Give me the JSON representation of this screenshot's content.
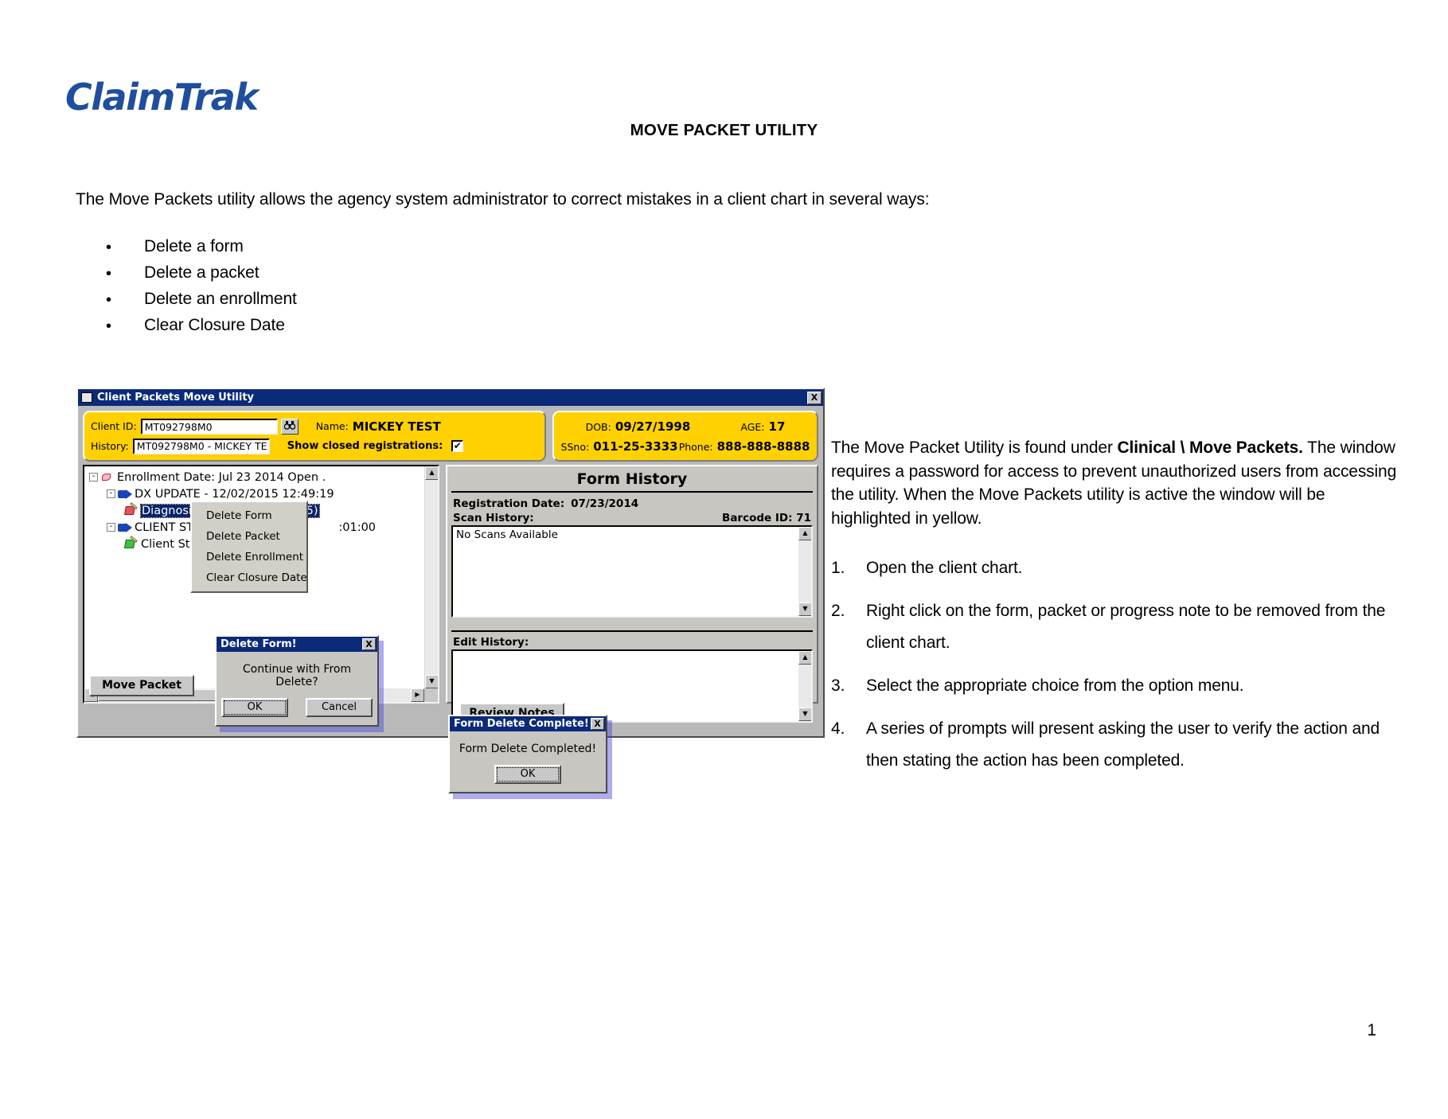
{
  "document": {
    "logo": "ClaimTrak",
    "title": "MOVE PACKET UTILITY",
    "intro": "The Move Packets utility allows the agency system administrator to correct mistakes in a client chart in several ways:",
    "bullet_char": "•",
    "bullets": [
      "Delete a form",
      "Delete a packet",
      "Delete an enrollment",
      "Clear Closure Date"
    ],
    "page_number": "1"
  },
  "right_column": {
    "paragraph_part1": "The Move Packet Utility is found under ",
    "paragraph_bold": "Clinical \\ Move Packets.",
    "paragraph_part2": " The window requires a password for access to prevent unauthorized users from accessing the utility. When the Move Packets utility is active the window will be highlighted in yellow.",
    "steps": [
      {
        "num": "1.",
        "text": "Open the client chart."
      },
      {
        "num": "2.",
        "text": "Right click on the form, packet or progress note to be removed from the client chart."
      },
      {
        "num": "3.",
        "text": "Select the appropriate choice from the option menu."
      },
      {
        "num": "4.",
        "text": "A series of prompts will present asking the user to verify the action and then stating the action has been completed."
      }
    ]
  },
  "app_window": {
    "title": "Client Packets Move Utility",
    "close_label": "X",
    "header": {
      "client_id_label": "Client ID:",
      "client_id_value": "MT092798M0",
      "search_icon": "binoculars-icon",
      "name_label": "Name:",
      "name_value": "MICKEY TEST",
      "history_label": "History:",
      "history_value": "MT092798M0 - MICKEY TE...",
      "show_closed_label": "Show closed registrations:",
      "show_closed_checked": "✔",
      "dob_label": "DOB:",
      "dob_value": "09/27/1998",
      "age_label": "AGE:",
      "age_value": "17",
      "ssno_label": "SSno:",
      "ssno_value": "011-25-3333",
      "phone_label": "Phone:",
      "phone_value": "888-888-8888"
    },
    "tree": [
      {
        "level": 1,
        "icon": "enrollment-diamond-icon",
        "expander": "-",
        "label": "Enrollment Date: Jul 23 2014 Open .",
        "selected": false
      },
      {
        "level": 2,
        "icon": "packet-flag-icon",
        "expander": "-",
        "label": "DX UPDATE - 12/02/2015 12:49:19",
        "selected": false
      },
      {
        "level": 3,
        "icon": "form-red-icon",
        "expander": "",
        "label": "Diagnosis Update Form (2015)",
        "selected": true
      },
      {
        "level": 2,
        "icon": "packet-flag-icon",
        "expander": "-",
        "label": "CLIENT STATUS",
        "selected": false,
        "trailing": ":01:00"
      },
      {
        "level": 3,
        "icon": "form-green-icon",
        "expander": "",
        "label": "Client Status",
        "selected": false
      }
    ],
    "context_menu": [
      "Delete Form",
      "Delete Packet",
      "Delete Enrollment",
      "Clear Closure Date"
    ],
    "form_history": {
      "title": "Form History",
      "registration_date_label": "Registration Date:",
      "registration_date_value": "07/23/2014",
      "scan_history_label": "Scan History:",
      "barcode_label": "Barcode ID: 71",
      "scan_history_value": "No Scans Available",
      "edit_history_label": "Edit History:",
      "edit_history_value": ""
    },
    "buttons": {
      "move_packet": "Move Packet",
      "review_notes": "Review Notes"
    }
  },
  "dialogs": {
    "delete_form": {
      "title": "Delete Form!",
      "close_label": "X",
      "message": "Continue with From Delete?",
      "ok": "OK",
      "cancel": "Cancel"
    },
    "delete_complete": {
      "title": "Form Delete Complete!",
      "close_label": "X",
      "message": "Form Delete Completed!",
      "ok": "OK"
    }
  },
  "colors": {
    "brand_blue": "#1F4E9C",
    "titlebar_blue": "#0B2A7A",
    "highlight_yellow": "#FFD100",
    "selection_blue": "#0A246A",
    "window_gray": "#c8c6c0"
  }
}
